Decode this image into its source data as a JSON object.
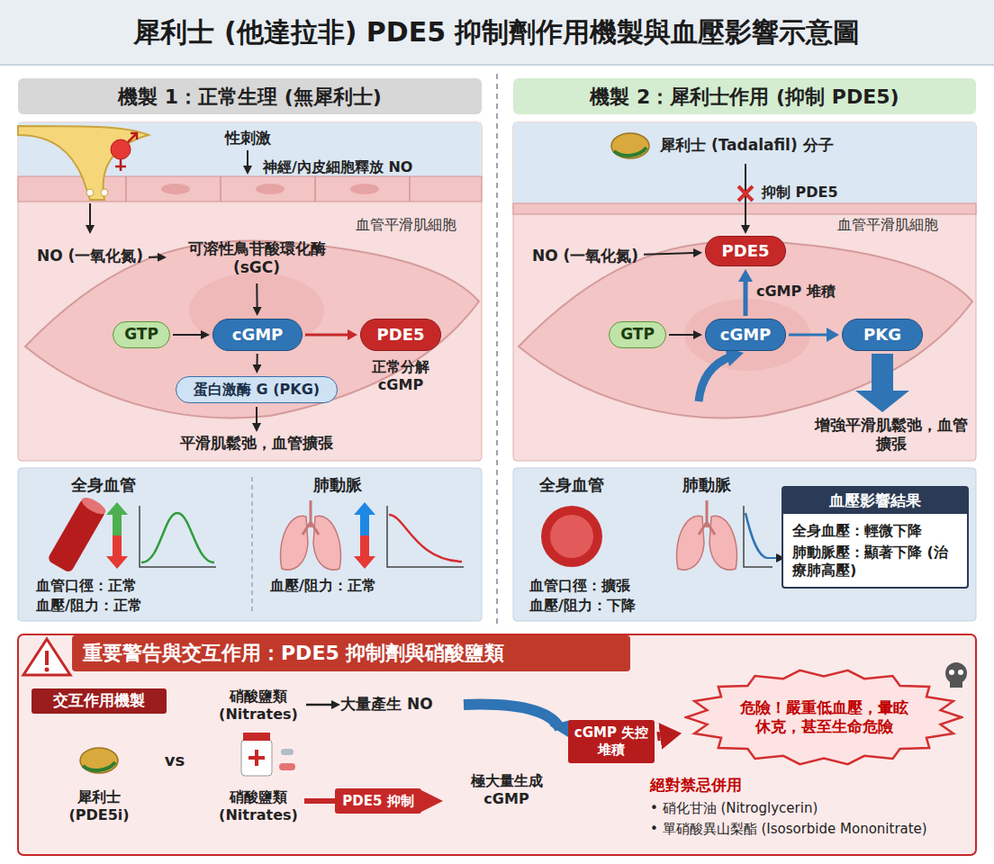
{
  "diagram": {
    "title": "犀利士 (他達拉非) PDE5 抑制劑作用機製與血壓影響示意圖",
    "nodes": [
      {
        "text": [
          "機製 1：正常生理 (無犀利士)"
        ]
      },
      {
        "text": [
          "血管平滑肌細胞"
        ],
        "in": 0
      },
      {
        "text": [
          "NO (一氧化氮)"
        ],
        "in": 1
      },
      {
        "text": [
          "可溶性鳥苷酸環化酶 (sGC)"
        ],
        "in": 1
      },
      {
        "text": [
          "GTP"
        ],
        "in": 1
      },
      {
        "text": [
          "cGMP"
        ],
        "in": 1
      },
      {
        "text": [
          "PDE5"
        ],
        "in": 1
      },
      {
        "text": [
          "蛋白激酶 G (PKG)"
        ],
        "in": 1
      },
      {
        "text": [
          "全身血管",
          "血管口徑：正常",
          "血壓/阻力：正常",
          "肺動脈",
          "血壓/阻力：正常"
        ],
        "in": 0
      },
      {
        "text": [
          "機製 2：犀利士作用 (抑制 PDE5)"
        ]
      },
      {
        "text": [
          "血管平滑肌細胞"
        ],
        "in": 9
      },
      {
        "text": [
          "NO (一氧化氮)"
        ],
        "in": 10
      },
      {
        "text": [
          "PDE5"
        ],
        "in": 10
      },
      {
        "text": [
          "GTP"
        ],
        "in": 10
      },
      {
        "text": [
          "cGMP"
        ],
        "in": 10
      },
      {
        "text": [
          "PKG"
        ],
        "in": 10
      },
      {
        "text": [
          "全身血管",
          "肺動脈",
          "血管口徑：擴張",
          "血壓/阻力：下降"
        ],
        "in": 9
      },
      {
        "text": [
          "血壓影響結果",
          "全身血壓：輕微下降",
          "肺動脈壓：顯著下降 (治療肺高壓)"
        ],
        "in": 16
      },
      {
        "text": [
          "重要警告與交互作用：PDE5 抑制劑與硝酸鹽類"
        ]
      },
      {
        "text": [
          "交互作用機製"
        ],
        "in": 18
      },
      {
        "text": [
          "PDE5 抑制"
        ],
        "in": 18
      },
      {
        "text": [
          "cGMP 失控堆積"
        ],
        "in": 18
      },
      {
        "text": [
          "危險！嚴重低血壓，暈眩 休克，甚至生命危險"
        ],
        "in": 18
      }
    ],
    "edges": [
      {
        "from": 2,
        "to": 3,
        "arrow": "to"
      },
      {
        "from": 3,
        "to": 5,
        "arrow": "to"
      },
      {
        "from": 4,
        "to": 5,
        "arrow": "to"
      },
      {
        "from": 5,
        "to": 6,
        "arrow": "to"
      },
      {
        "from": 5,
        "to": 7,
        "arrow": "to"
      },
      {
        "from": 11,
        "to": 12,
        "arrow": "to"
      },
      {
        "from": 13,
        "to": 14,
        "arrow": "to"
      },
      {
        "from": 14,
        "to": 12,
        "label": "cGMP 堆積",
        "arrow": "to"
      },
      {
        "from": 14,
        "to": 15,
        "arrow": "to"
      },
      {
        "from": 21,
        "to": 22,
        "arrow": "to"
      }
    ],
    "labels": [
      "性刺激",
      "神經/內皮細胞釋放 NO",
      "正常分解 cGMP",
      "平滑肌鬆弛，血管擴張",
      "犀利士 (Tadalafil) 分子",
      "抑制 PDE5",
      "增強平滑肌鬆弛，血管擴張",
      "犀利士 (PDE5i)",
      "vs",
      "硝酸鹽類 (Nitrates)",
      "大量產生 NO",
      "硝酸鹽類 (Nitrates)",
      "極大量生成 cGMP",
      "絕對禁忌併用",
      "• 硝化甘油 (Nitroglycerin)",
      "• 單硝酸異山梨酯 (Isosorbide Mononitrate)"
    ]
  }
}
